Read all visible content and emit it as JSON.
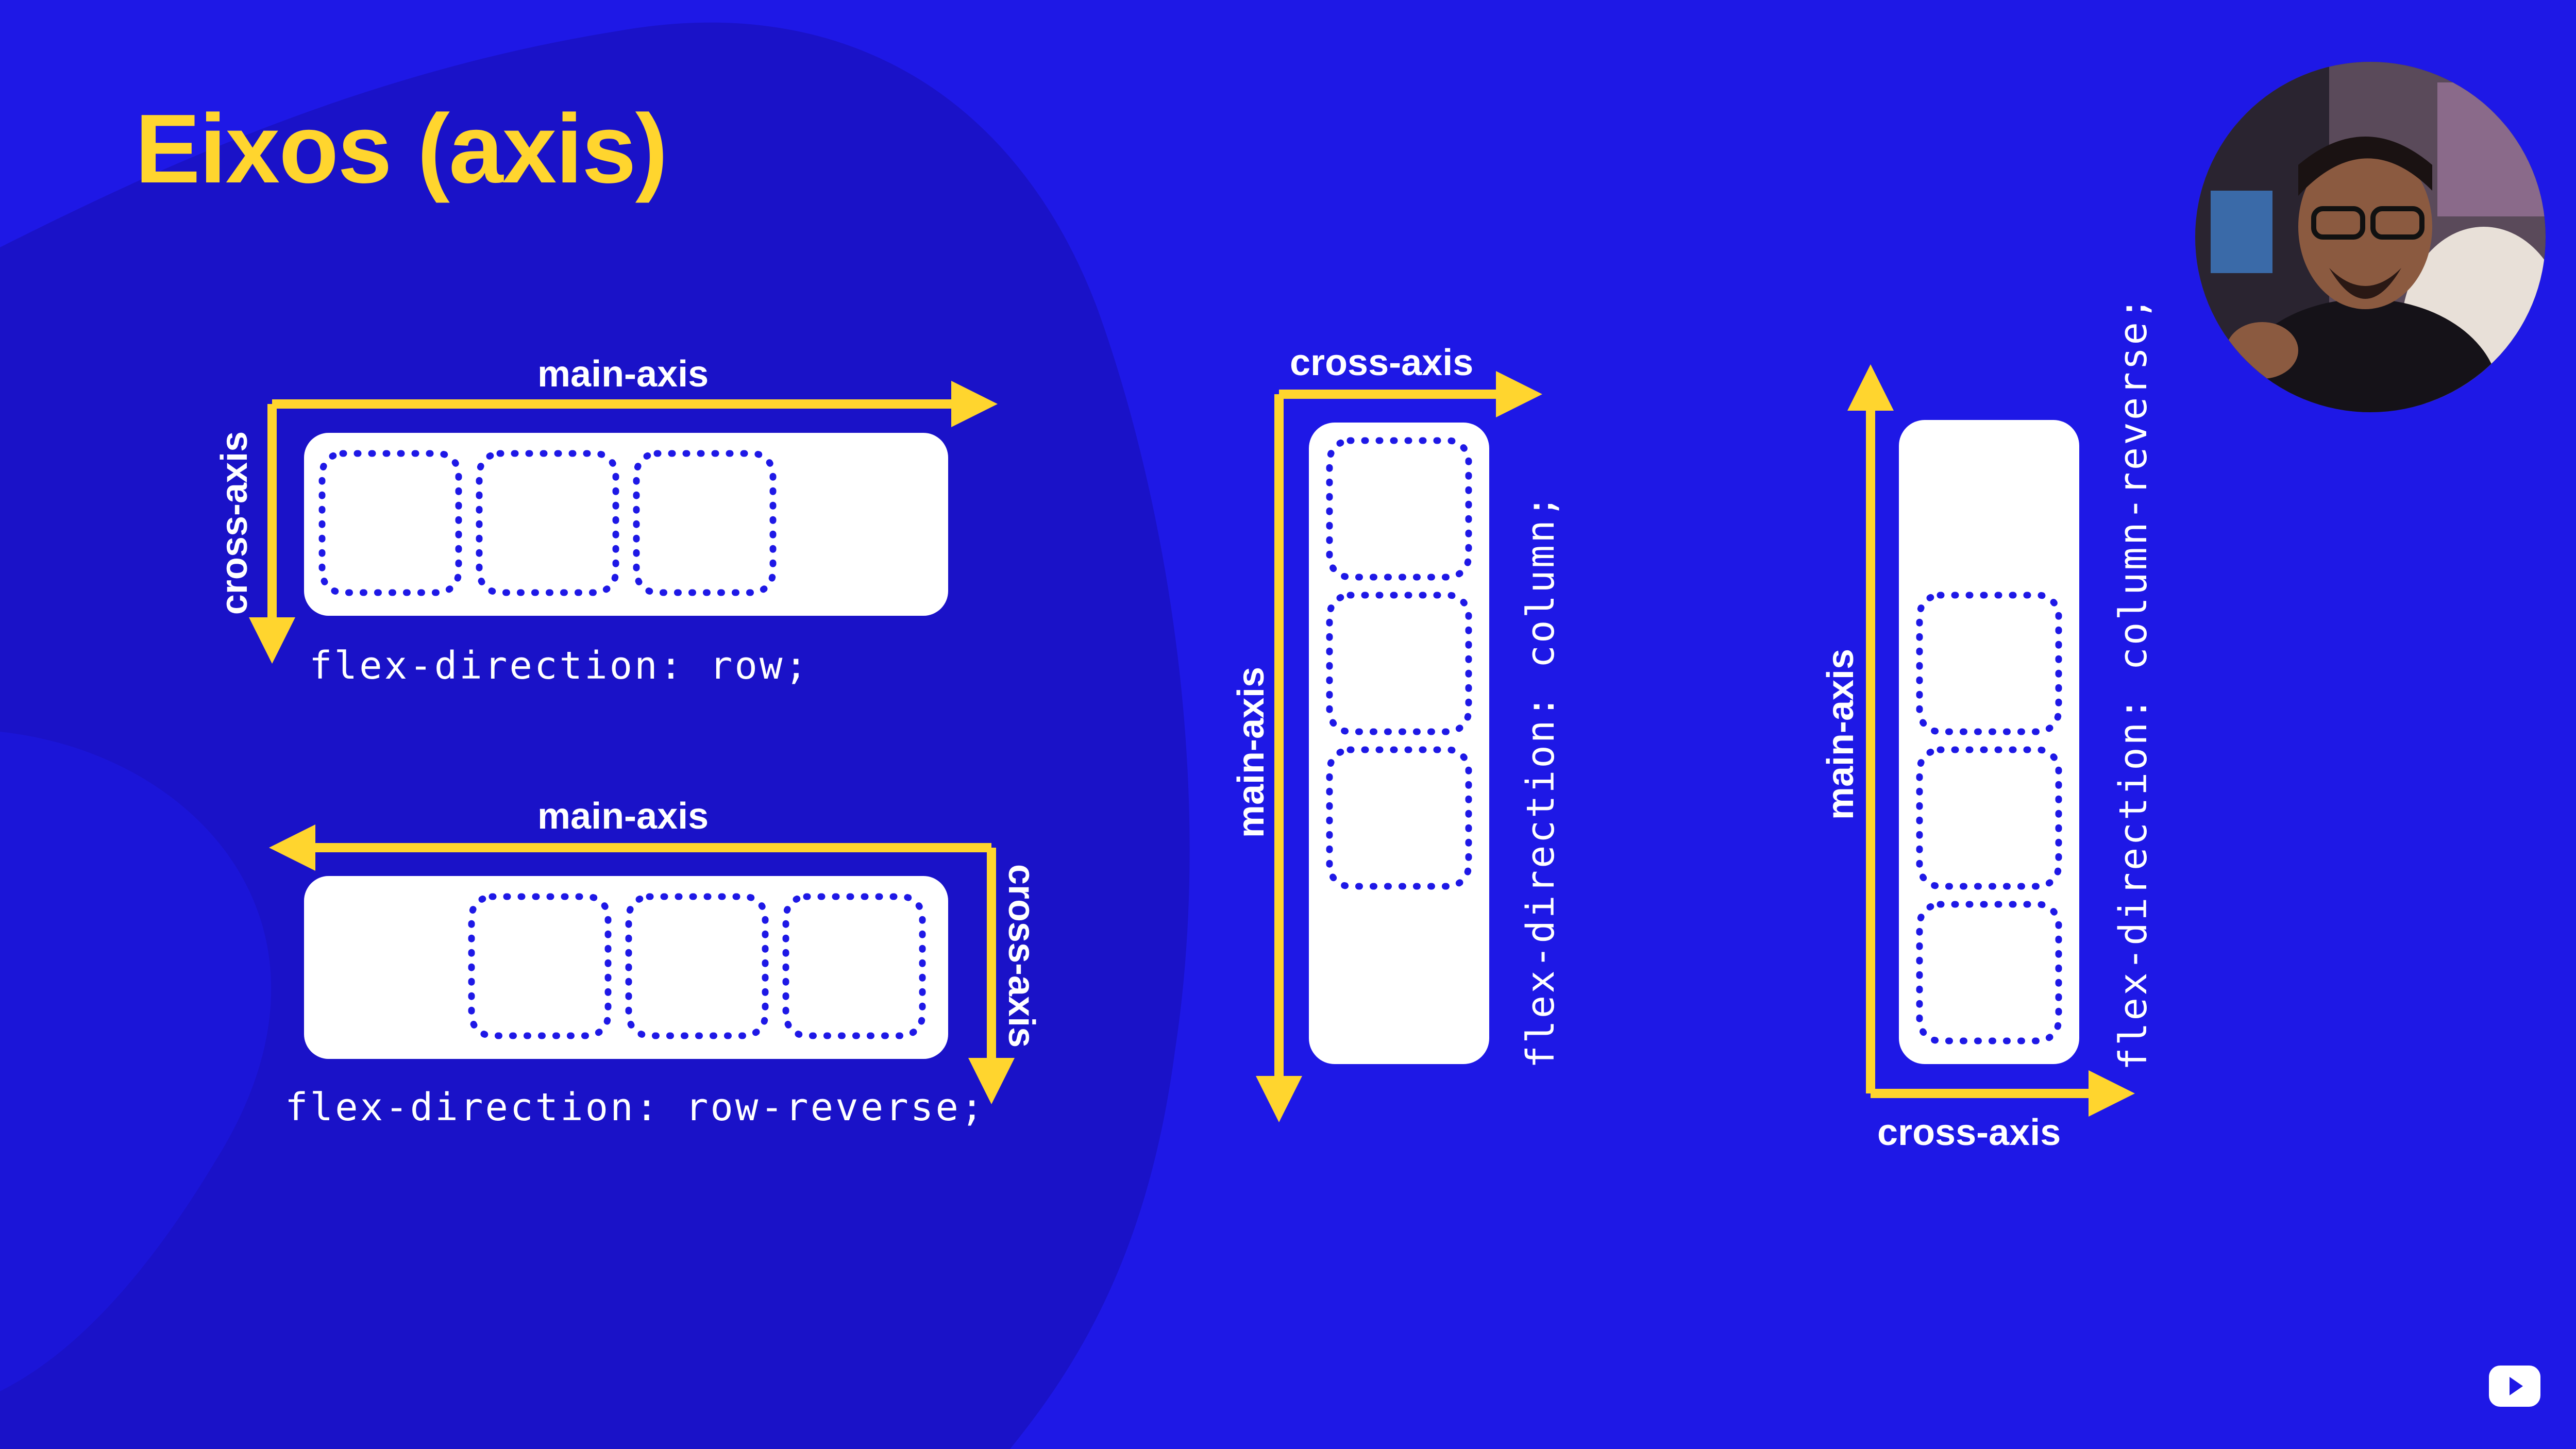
{
  "title": "Eixos (axis)",
  "colors": {
    "background": "#1e18e6",
    "blob": "#1a12c8",
    "accent": "#ffd52e",
    "container": "#ffffff",
    "item_border": "#1e18e6"
  },
  "diagrams": {
    "row": {
      "main_axis": "main-axis",
      "cross_axis": "cross-axis",
      "code": "flex-direction: row;"
    },
    "row_reverse": {
      "main_axis": "main-axis",
      "cross_axis": "cross-axis",
      "code": "flex-direction: row-reverse;"
    },
    "column": {
      "main_axis": "main-axis",
      "cross_axis": "cross-axis",
      "code": "flex-direction: column;"
    },
    "column_reverse": {
      "main_axis": "main-axis",
      "cross_axis": "cross-axis",
      "code": "flex-direction: column-reverse;"
    }
  },
  "presenter": {
    "icon": "presenter-webcam"
  },
  "player": {
    "icon": "video-player-icon"
  }
}
